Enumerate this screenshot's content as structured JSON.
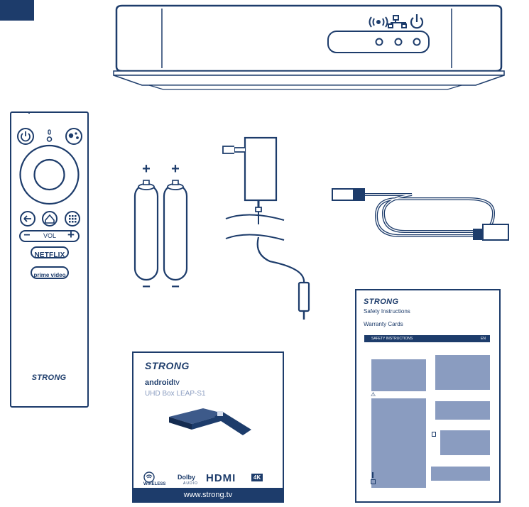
{
  "brand": {
    "name": "STRONG",
    "navy": "#1d3c6b",
    "panel": "#8a9cc0"
  },
  "corner_tab": {
    "color": "#1d3c6b"
  },
  "set_top_box": {
    "icons": [
      "wifi-status-icon",
      "network-status-icon",
      "power-status-icon"
    ],
    "led_count": 3
  },
  "remote": {
    "buttons": [
      "power-icon",
      "microphone-led",
      "assistant-icon",
      "dpad",
      "back-icon",
      "home-icon",
      "apps-icon"
    ],
    "vol_label": "VOL",
    "vol_minus": "−",
    "vol_plus": "+",
    "netflix_label": "NETFLIX",
    "prime_label": "prime video",
    "brand_label": "STRONG"
  },
  "batteries": {
    "plus": "+",
    "minus": "−"
  },
  "box_packaging": {
    "brand": "STRONG",
    "android_prefix": "android",
    "android_suffix": "tv",
    "model": "UHD Box LEAP-S1",
    "logos": {
      "wireless": "WIRELESS",
      "dolby": "Dolby",
      "dolby_sub": "AUDIO",
      "hdmi": "HDMI",
      "fourk": "4K"
    },
    "url": "www.strong.tv"
  },
  "manual": {
    "brand": "STRONG",
    "title1": "Safety Instructions",
    "title2": "Warranty Cards",
    "bar_label": "SAFETY INSTRUCTIONS",
    "bar_lang": "EN",
    "warning_glyph": "⚠"
  }
}
